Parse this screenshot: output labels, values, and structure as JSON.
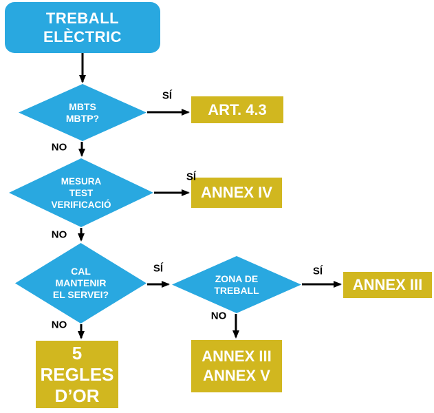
{
  "palette": {
    "node_blue": "#29A8E0",
    "node_yellow": "#D1B71F",
    "line_black": "#000000",
    "node_text": "#FFFFFF",
    "label_text": "#000000",
    "background": "#FFFFFF"
  },
  "flowchart": {
    "start": {
      "lines": [
        "TREBALL",
        "ELÈCTRIC"
      ]
    },
    "decision_mbts": {
      "lines": [
        "MBTS",
        "MBTP?"
      ]
    },
    "result_art43": {
      "label": "ART. 4.3"
    },
    "decision_mesura": {
      "lines": [
        "MESURA",
        "TEST",
        "VERIFICACIÓ"
      ]
    },
    "result_annex_iv": {
      "label": "ANNEX IV"
    },
    "decision_servei": {
      "lines": [
        "CAL",
        "MANTENIR",
        "EL SERVEI?"
      ]
    },
    "decision_zona": {
      "lines": [
        "ZONA DE",
        "TREBALL"
      ]
    },
    "result_annex_iii": {
      "label": "ANNEX III"
    },
    "result_annex_iii_v": {
      "lines": [
        "ANNEX III",
        "ANNEX V"
      ]
    },
    "result_5_regles": {
      "lines": [
        "5",
        "REGLES",
        "D’OR"
      ]
    },
    "edge_labels": {
      "yes": "SÍ",
      "no": "NO"
    }
  }
}
